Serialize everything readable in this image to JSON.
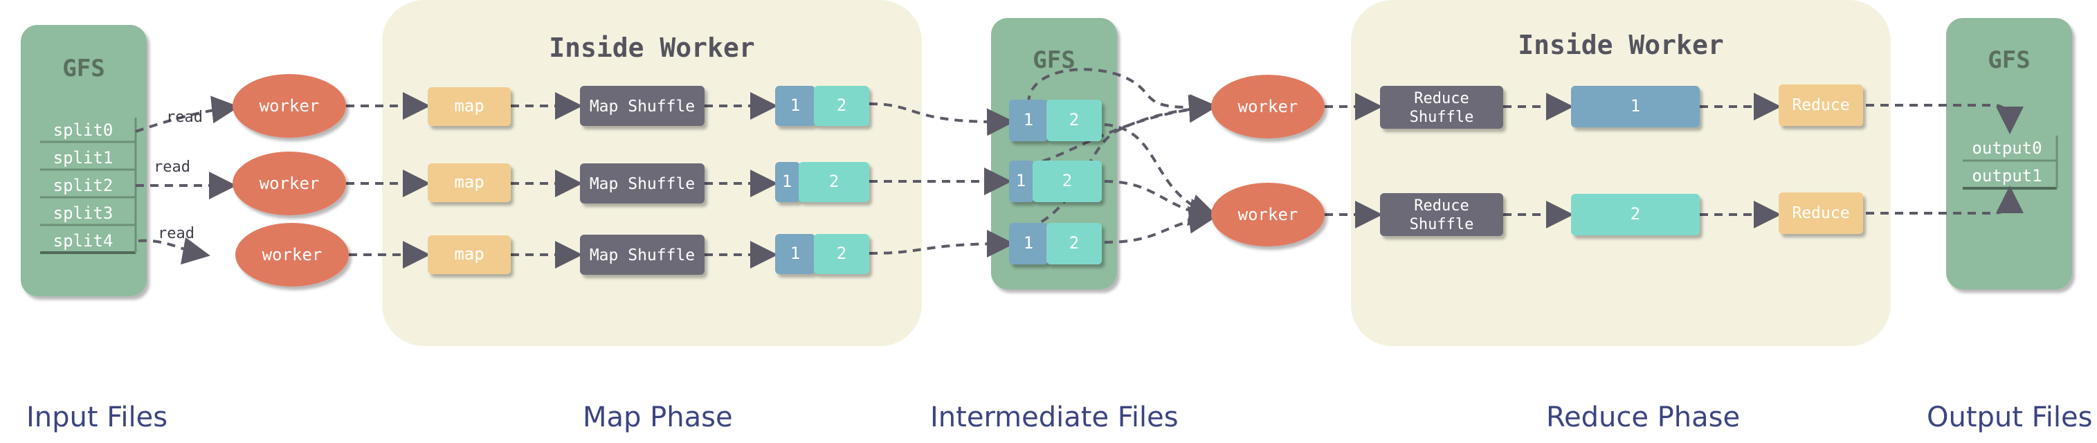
{
  "captions": {
    "input": "Input Files",
    "map": "Map Phase",
    "intermediate": "Intermediate Files",
    "reduce": "Reduce Phase",
    "output": "Output Files"
  },
  "gfs": {
    "input_title": "GFS",
    "intermediate_title": "GFS",
    "output_title": "GFS",
    "splits": [
      "split0",
      "split1",
      "split2",
      "split3",
      "split4"
    ],
    "outputs": [
      "output0",
      "output1"
    ]
  },
  "read_label": "read",
  "worker_label": "worker",
  "map_worker": {
    "title": "Inside Worker",
    "map_label": "map",
    "shuffle_label": "Map Shuffle",
    "partitions": [
      "1",
      "2"
    ]
  },
  "reduce_worker": {
    "title": "Inside Worker",
    "shuffle_line1": "Reduce",
    "shuffle_line2": "Shuffle",
    "reduce_label": "Reduce",
    "partitions": [
      "1",
      "2"
    ]
  },
  "colors": {
    "gfs_panel": "#8fbb9e",
    "worker_panel": "#f4f2df",
    "worker": "#e07a5f",
    "map": "#f2cc8f",
    "shuffle": "#6d6a77",
    "partition1": "#79a6c1",
    "partition2": "#7fd9cb",
    "arrow": "#5c5a66",
    "caption": "#3c4480"
  }
}
